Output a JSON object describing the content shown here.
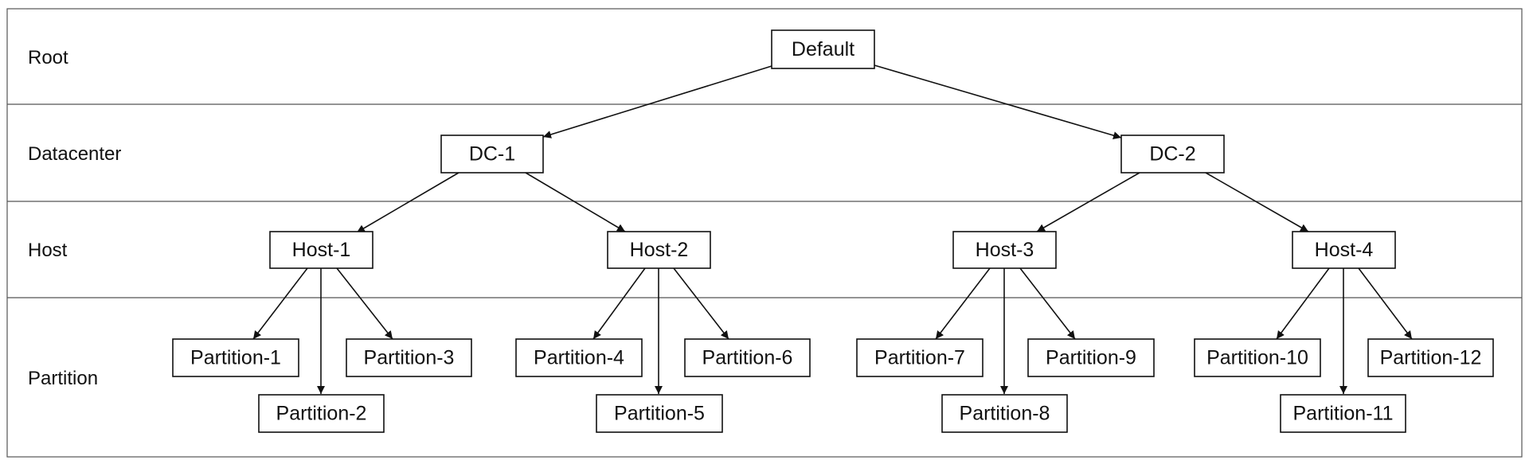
{
  "levels": [
    {
      "id": "root",
      "label": "Root"
    },
    {
      "id": "datacenter",
      "label": "Datacenter"
    },
    {
      "id": "host",
      "label": "Host"
    },
    {
      "id": "partition",
      "label": "Partition"
    }
  ],
  "nodes": {
    "default": "Default",
    "dc1": "DC-1",
    "dc2": "DC-2",
    "host1": "Host-1",
    "host2": "Host-2",
    "host3": "Host-3",
    "host4": "Host-4",
    "p1": "Partition-1",
    "p2": "Partition-2",
    "p3": "Partition-3",
    "p4": "Partition-4",
    "p5": "Partition-5",
    "p6": "Partition-6",
    "p7": "Partition-7",
    "p8": "Partition-8",
    "p9": "Partition-9",
    "p10": "Partition-10",
    "p11": "Partition-11",
    "p12": "Partition-12"
  },
  "edges": [
    [
      "default",
      "dc1"
    ],
    [
      "default",
      "dc2"
    ],
    [
      "dc1",
      "host1"
    ],
    [
      "dc1",
      "host2"
    ],
    [
      "dc2",
      "host3"
    ],
    [
      "dc2",
      "host4"
    ],
    [
      "host1",
      "p1"
    ],
    [
      "host1",
      "p2"
    ],
    [
      "host1",
      "p3"
    ],
    [
      "host2",
      "p4"
    ],
    [
      "host2",
      "p5"
    ],
    [
      "host2",
      "p6"
    ],
    [
      "host3",
      "p7"
    ],
    [
      "host3",
      "p8"
    ],
    [
      "host3",
      "p9"
    ],
    [
      "host4",
      "p10"
    ],
    [
      "host4",
      "p11"
    ],
    [
      "host4",
      "p12"
    ]
  ]
}
